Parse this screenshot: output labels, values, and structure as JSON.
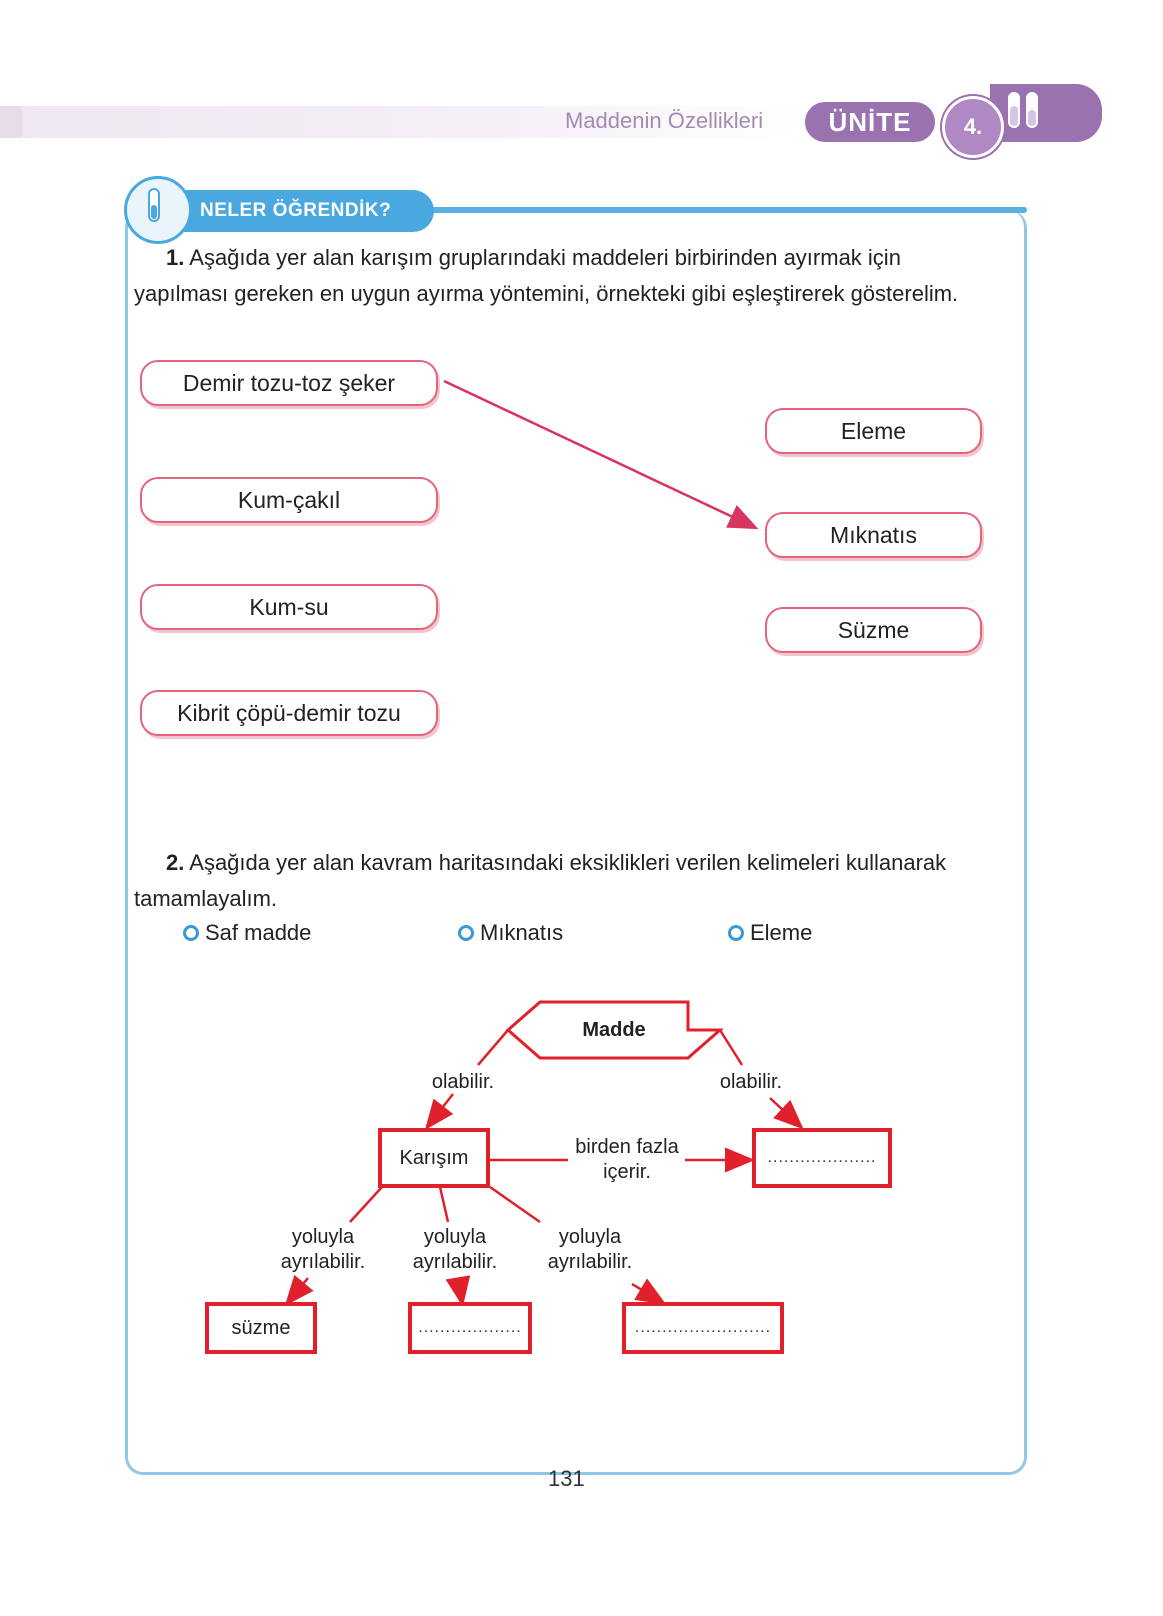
{
  "header": {
    "title": "Maddenin Özellikleri",
    "unite_label": "ÜNİTE",
    "unit_number": "4."
  },
  "section": {
    "tab_label": "NELER ÖĞRENDİK?"
  },
  "q1": {
    "number": "1.",
    "text": "Aşağıda yer alan karışım gruplarındaki maddeleri birbirinden ayırmak için yapılması gereken en uygun ayırma yöntemini, örnekteki gibi eşleştirerek gösterelim.",
    "mixtures": [
      "Demir tozu-toz şeker",
      "Kum-çakıl",
      "Kum-su",
      "Kibrit çöpü-demir tozu"
    ],
    "methods": [
      "Eleme",
      "Mıknatıs",
      "Süzme"
    ]
  },
  "q2": {
    "number": "2.",
    "text": "Aşağıda yer alan kavram haritasındaki eksiklikleri verilen kelimeleri kullanarak tamamlayalım.",
    "options": [
      "Saf madde",
      "Mıknatıs",
      "Eleme"
    ],
    "map": {
      "root": "Madde",
      "left_link": "olabilir.",
      "right_link": "olabilir.",
      "mixture": "Karışım",
      "mid_link": "birden fazla içerir.",
      "right_box": "....................",
      "sep_link": "yoluyla ayrılabilir.",
      "leaf1": "süzme",
      "leaf2": "...................",
      "leaf3": "........................."
    }
  },
  "page_number": "131",
  "colors": {
    "accent_purple": "#9a72b0",
    "accent_blue": "#4aa8e0",
    "pill_border": "#e4647d",
    "map_red": "#e0202a"
  }
}
